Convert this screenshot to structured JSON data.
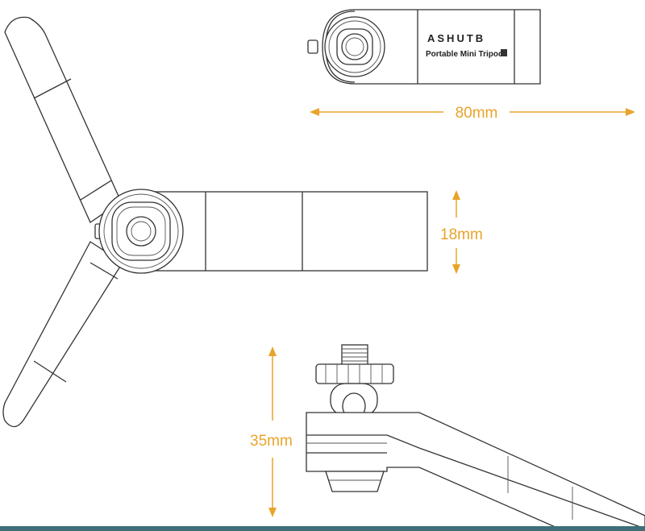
{
  "product": {
    "brand": "ASHUTB",
    "subtitle": "Portable Mini Tripod"
  },
  "dimensions": {
    "length": "80mm",
    "width": "18mm",
    "height": "35mm"
  },
  "colors": {
    "dimension": "#e8a42a",
    "outline": "#333333",
    "bottom_bar": "#3f6e78"
  }
}
